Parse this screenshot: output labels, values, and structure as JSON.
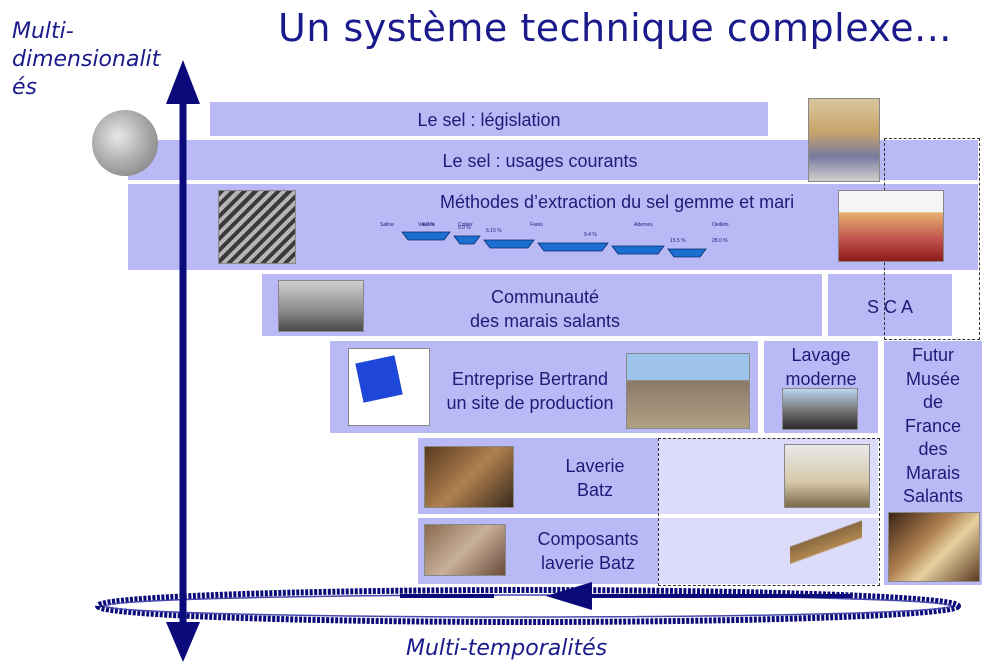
{
  "title": "Un système technique complexe...",
  "y_axis_label": "Multi-\ndimensionalit\nés",
  "x_axis_label": "Multi-temporalités",
  "rows": {
    "legislation": "Le sel : législation",
    "usages": "Le sel : usages courants",
    "extraction": "Méthodes d’extraction du sel gemme et mari",
    "communaute": "Communauté\ndes marais salants",
    "sca": "S C A",
    "entreprise": "Entreprise Bertrand\nun site de production",
    "lavage": "Lavage\nmoderne",
    "musee": "Futur\nMusée\nde\nFrance\ndes\nMarais\nSalants",
    "laverie": "Laverie\nBatz",
    "composants": "Composants\nlaverie Batz"
  },
  "process_diagram": {
    "labels": [
      "Saline",
      "Vasière",
      "Cobier",
      "Fares",
      "Adernes",
      "Oeillets"
    ],
    "percents": [
      "4.0 %",
      "5.0 %",
      "6.15 %",
      "9.4 %",
      "15.5 %",
      "28.0 %"
    ]
  },
  "colors": {
    "band": "#b9b9f5",
    "band_light": "#dcdcfa",
    "text": "#1c1c78",
    "axis": "#0a0a7a"
  }
}
